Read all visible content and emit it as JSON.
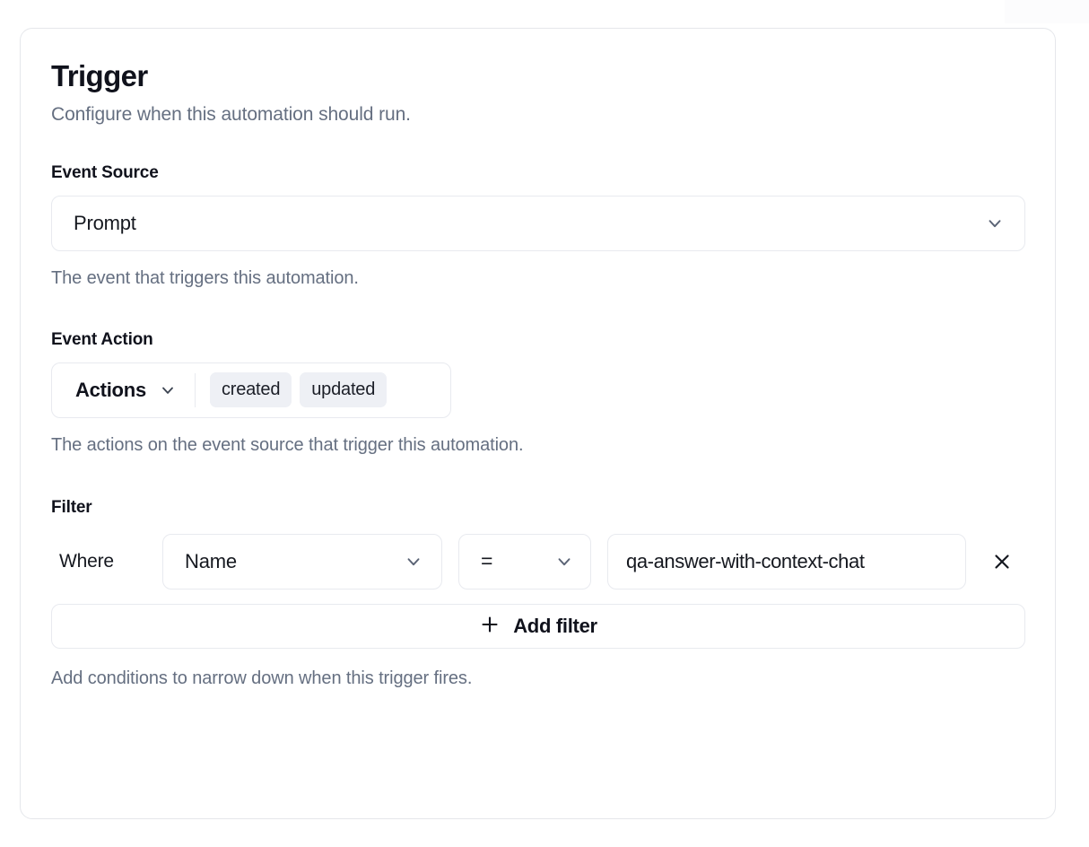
{
  "panel": {
    "title": "Trigger",
    "subtitle": "Configure when this automation should run."
  },
  "event_source": {
    "label": "Event Source",
    "value": "Prompt",
    "help": "The event that triggers this automation.",
    "chevron_icon": "chevron-down-icon"
  },
  "event_action": {
    "label": "Event Action",
    "dropdown_value": "Actions",
    "chevron_icon": "chevron-down-icon",
    "chips": [
      "created",
      "updated"
    ],
    "help": "The actions on the event source that trigger this automation."
  },
  "filter": {
    "label": "Filter",
    "where_label": "Where",
    "field_value": "Name",
    "field_chevron_icon": "chevron-down-icon",
    "operator_value": "=",
    "operator_chevron_icon": "chevron-down-icon",
    "value_text": "qa-answer-with-context-chat",
    "remove_icon": "close-icon",
    "add_filter_label": "Add filter",
    "add_filter_icon": "plus-icon",
    "help": "Add conditions to narrow down when this trigger fires."
  },
  "colors": {
    "card_border": "#e5e7eb",
    "control_border": "#e8eaef",
    "text_primary": "#10121c",
    "text_muted": "#656f81",
    "chip_bg": "#eef0f5",
    "chevron": "#5a6375"
  }
}
